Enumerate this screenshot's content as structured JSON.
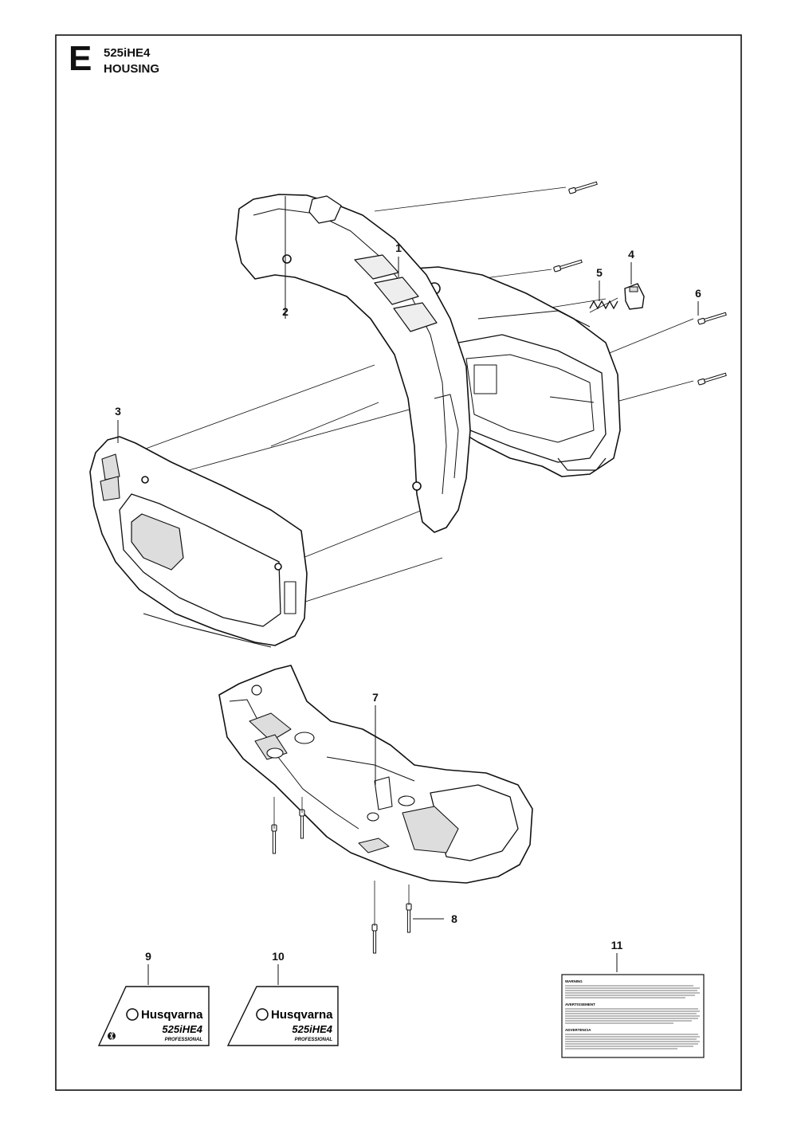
{
  "header": {
    "section_letter": "E",
    "model": "525iHE4",
    "title": "HOUSING"
  },
  "callouts": [
    "1",
    "2",
    "3",
    "4",
    "5",
    "6",
    "7",
    "8",
    "9",
    "10",
    "11"
  ],
  "decals": {
    "brand": "Husqvarna",
    "model": "525iHE4",
    "grade": "PROFESSIONAL"
  },
  "warning_label": {
    "heading_en": "WARNING",
    "heading_fr": "AVERTISSEMENT",
    "heading_es": "ADVERTENCIA"
  }
}
